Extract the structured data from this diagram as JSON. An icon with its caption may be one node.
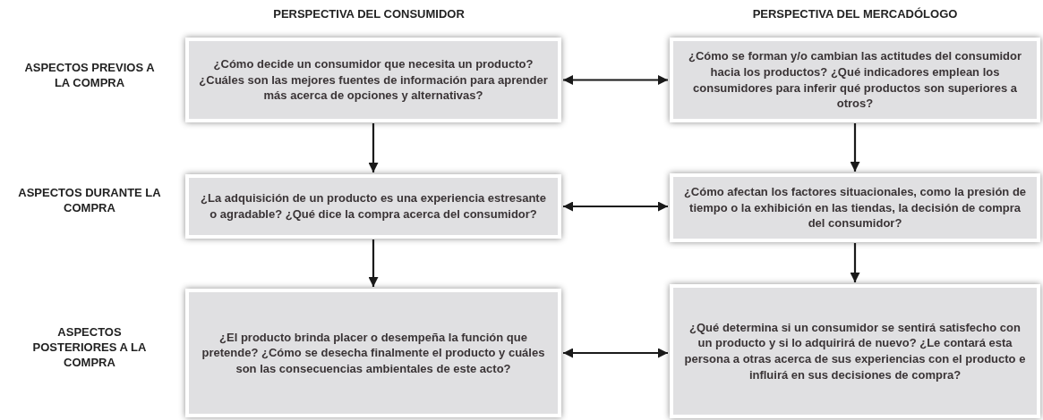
{
  "diagram": {
    "nodes": [
      {
        "text": [
          "¿Cómo decide un consumidor que necesita un producto? ¿Cuáles son las mejores fuentes de información para aprender más acerca de opciones y alternativas?"
        ]
      },
      {
        "text": [
          "¿Cómo se forman y/o cambian las actitudes del consumidor hacia los productos? ¿Qué indicadores emplean los consumidores para inferir qué productos son superiores a otros?"
        ]
      },
      {
        "text": [
          "¿La adquisición de un producto es una experiencia estresante o agradable? ¿Qué dice la compra acerca del consumidor?"
        ]
      },
      {
        "text": [
          "¿Cómo afectan los factores situacionales, como la presión de tiempo o la exhibición en las tiendas, la decisión de compra del consumidor?"
        ]
      },
      {
        "text": [
          "¿El producto brinda placer o desempeña la función que pretende? ¿Cómo se desecha finalmente el producto y cuáles son las consecuencias ambientales de este acto?"
        ]
      },
      {
        "text": [
          "¿Qué determina si un consumidor se sentirá satisfecho con un producto y si lo adquirirá de nuevo? ¿Le contará esta persona a otras acerca de sus experiencias con el producto e influirá en sus decisiones de compra?"
        ]
      }
    ],
    "edges": [
      {
        "from": 0,
        "to": 1,
        "arrow": "both"
      },
      {
        "from": 0,
        "to": 2,
        "arrow": "to"
      },
      {
        "from": 1,
        "to": 3,
        "arrow": "to"
      },
      {
        "from": 2,
        "to": 3,
        "arrow": "both"
      },
      {
        "from": 2,
        "to": 4,
        "arrow": "to"
      },
      {
        "from": 3,
        "to": 5,
        "arrow": "to"
      },
      {
        "from": 4,
        "to": 5,
        "arrow": "both"
      }
    ],
    "labels": [
      "PERSPECTIVA DEL CONSUMIDOR",
      "PERSPECTIVA DEL MERCADÓLOGO",
      "ASPECTOS PREVIOS A LA COMPRA",
      "ASPECTOS DURANTE LA COMPRA",
      "ASPECTOS POSTERIORES A LA COMPRA"
    ]
  }
}
